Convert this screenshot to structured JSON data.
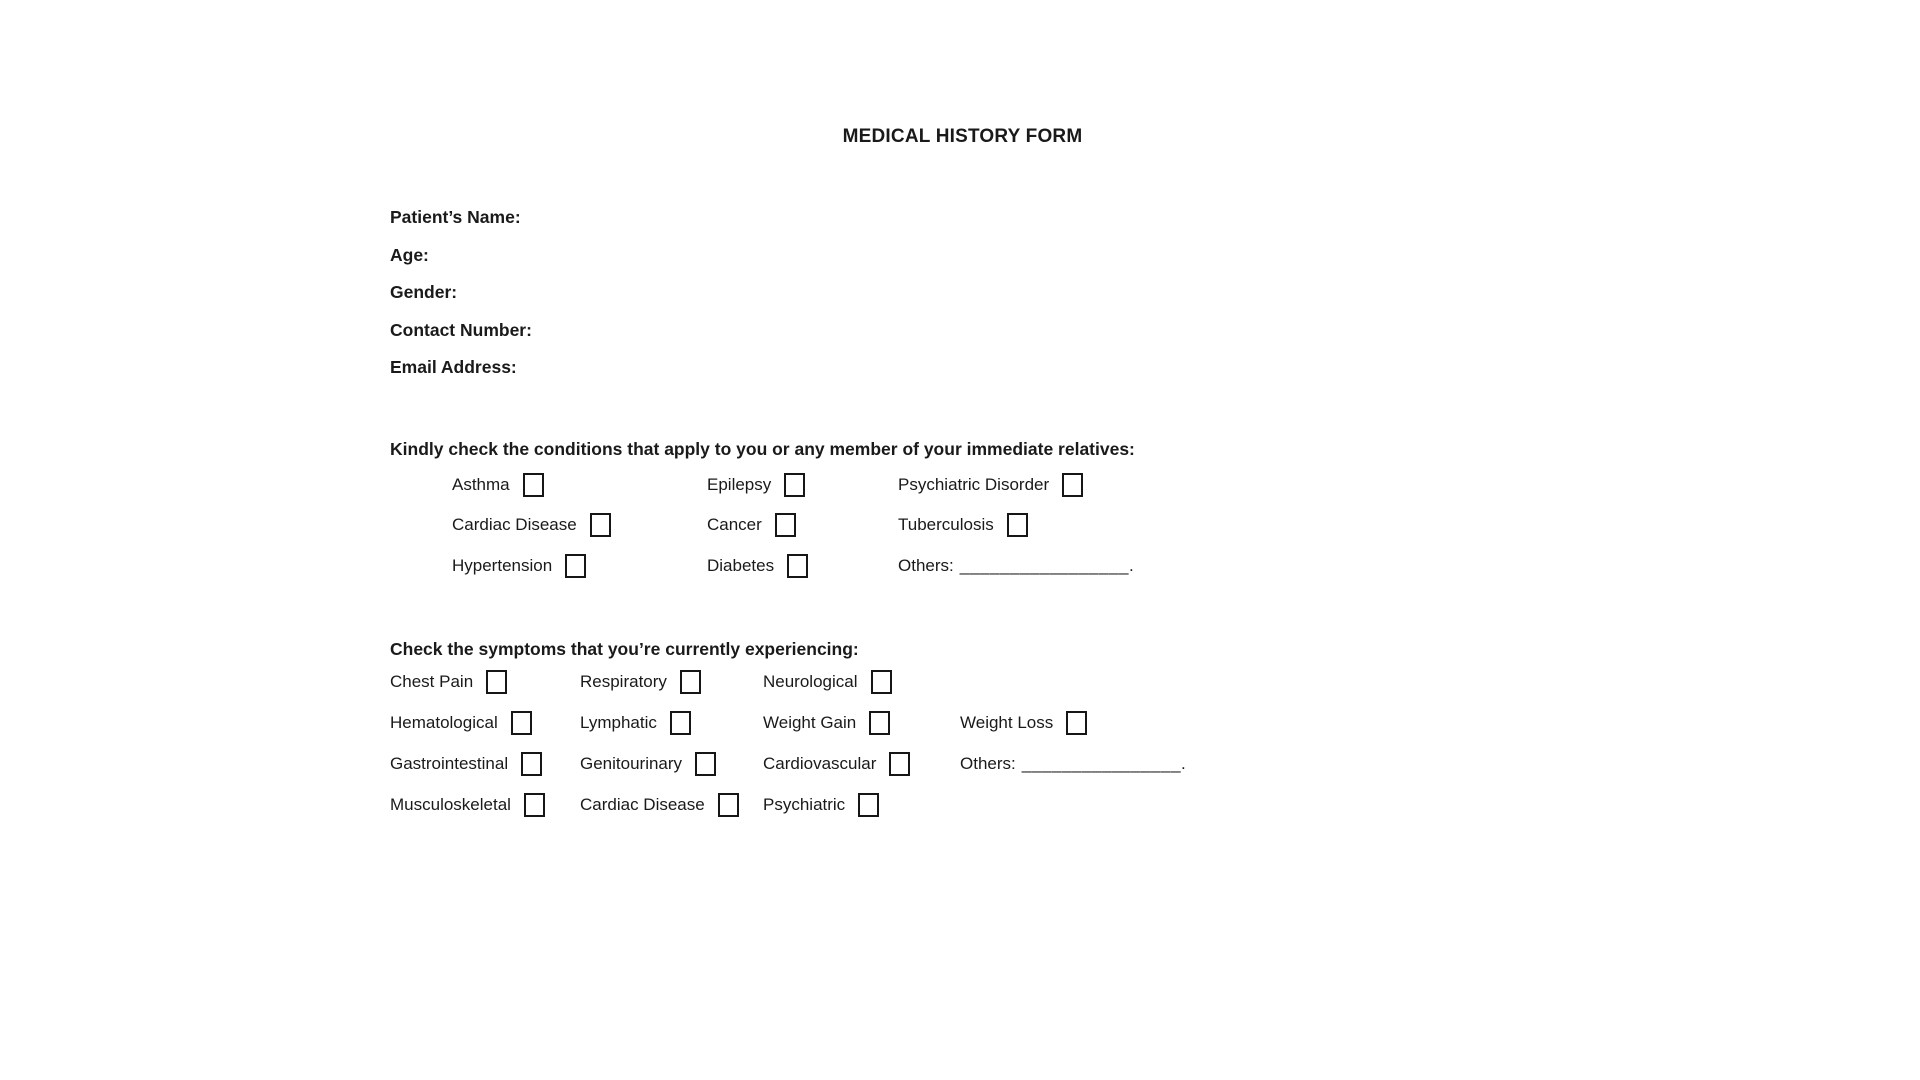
{
  "page": {
    "background_color": "#ffffff",
    "text_color": "#1a1a1a",
    "title": "MEDICAL HISTORY FORM"
  },
  "patient": {
    "fields": [
      {
        "label": "Patient’s Name:",
        "value": ""
      },
      {
        "label": "Age:",
        "value": ""
      },
      {
        "label": "Gender:",
        "value": ""
      },
      {
        "label": "Contact Number:",
        "value": ""
      },
      {
        "label": "Email Address:",
        "value": ""
      }
    ]
  },
  "conditions": {
    "heading": "Kindly check the conditions that apply to you or any member of your immediate relatives:",
    "rows": [
      {
        "items": [
          {
            "label": "Asthma",
            "checked": false
          },
          {
            "label": "Epilepsy",
            "checked": false
          },
          {
            "label": "Psychiatric Disorder",
            "checked": false
          }
        ]
      },
      {
        "items": [
          {
            "label": "Cardiac Disease",
            "checked": false
          },
          {
            "label": "Cancer",
            "checked": false
          },
          {
            "label": "Tuberculosis",
            "checked": false
          }
        ]
      },
      {
        "items": [
          {
            "label": "Hypertension",
            "checked": false
          },
          {
            "label": "Diabetes",
            "checked": false
          }
        ]
      }
    ],
    "others": {
      "label": "Others:",
      "blank": "_________________."
    }
  },
  "symptoms": {
    "heading": "Check the symptoms that you’re currently experiencing:",
    "rows": [
      {
        "items": [
          {
            "label": "Chest Pain",
            "checked": false
          },
          {
            "label": "Respiratory",
            "checked": false
          },
          {
            "label": "Neurological",
            "checked": false
          }
        ]
      },
      {
        "items": [
          {
            "label": "Hematological",
            "checked": false
          },
          {
            "label": "Lymphatic",
            "checked": false
          },
          {
            "label": "Weight Gain",
            "checked": false
          },
          {
            "label": "Weight Loss",
            "checked": false
          }
        ]
      },
      {
        "items": [
          {
            "label": "Gastrointestinal",
            "checked": false
          },
          {
            "label": "Genitourinary",
            "checked": false
          },
          {
            "label": "Cardiovascular",
            "checked": false
          }
        ]
      },
      {
        "items": [
          {
            "label": "Musculoskeletal",
            "checked": false
          },
          {
            "label": "Cardiac Disease",
            "checked": false
          },
          {
            "label": "Psychiatric",
            "checked": false
          }
        ]
      }
    ],
    "others": {
      "label": "Others:",
      "blank": "________________."
    }
  }
}
